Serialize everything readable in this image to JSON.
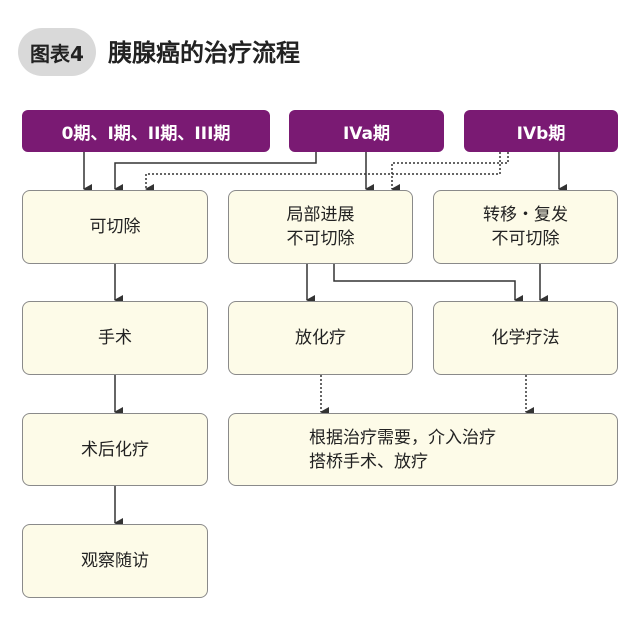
{
  "header": {
    "figure_label": "图表4",
    "title": "胰腺癌的治疗流程"
  },
  "stages": {
    "early": "0期、I期、II期、III期",
    "iva": "IVa期",
    "ivb": "IVb期"
  },
  "boxes": {
    "resectable": "可切除",
    "locally_advanced": [
      "局部进展",
      "不可切除"
    ],
    "metastasis_recurrence": [
      "转移・复发",
      "不可切除"
    ],
    "surgery": "手术",
    "radiotherapy": "放化疗",
    "chemotherapy": "化学疗法",
    "postop_chemo": "术后化疗",
    "observation": "观察随访",
    "as_needed": [
      "根据治疗需要，介入治疗",
      "搭桥手术、放疗"
    ]
  },
  "colors": {
    "stage_fill": "#7a1a73",
    "box_fill": "#fdfbe8",
    "box_border": "#8a8a8a",
    "arrow": "#333333"
  }
}
